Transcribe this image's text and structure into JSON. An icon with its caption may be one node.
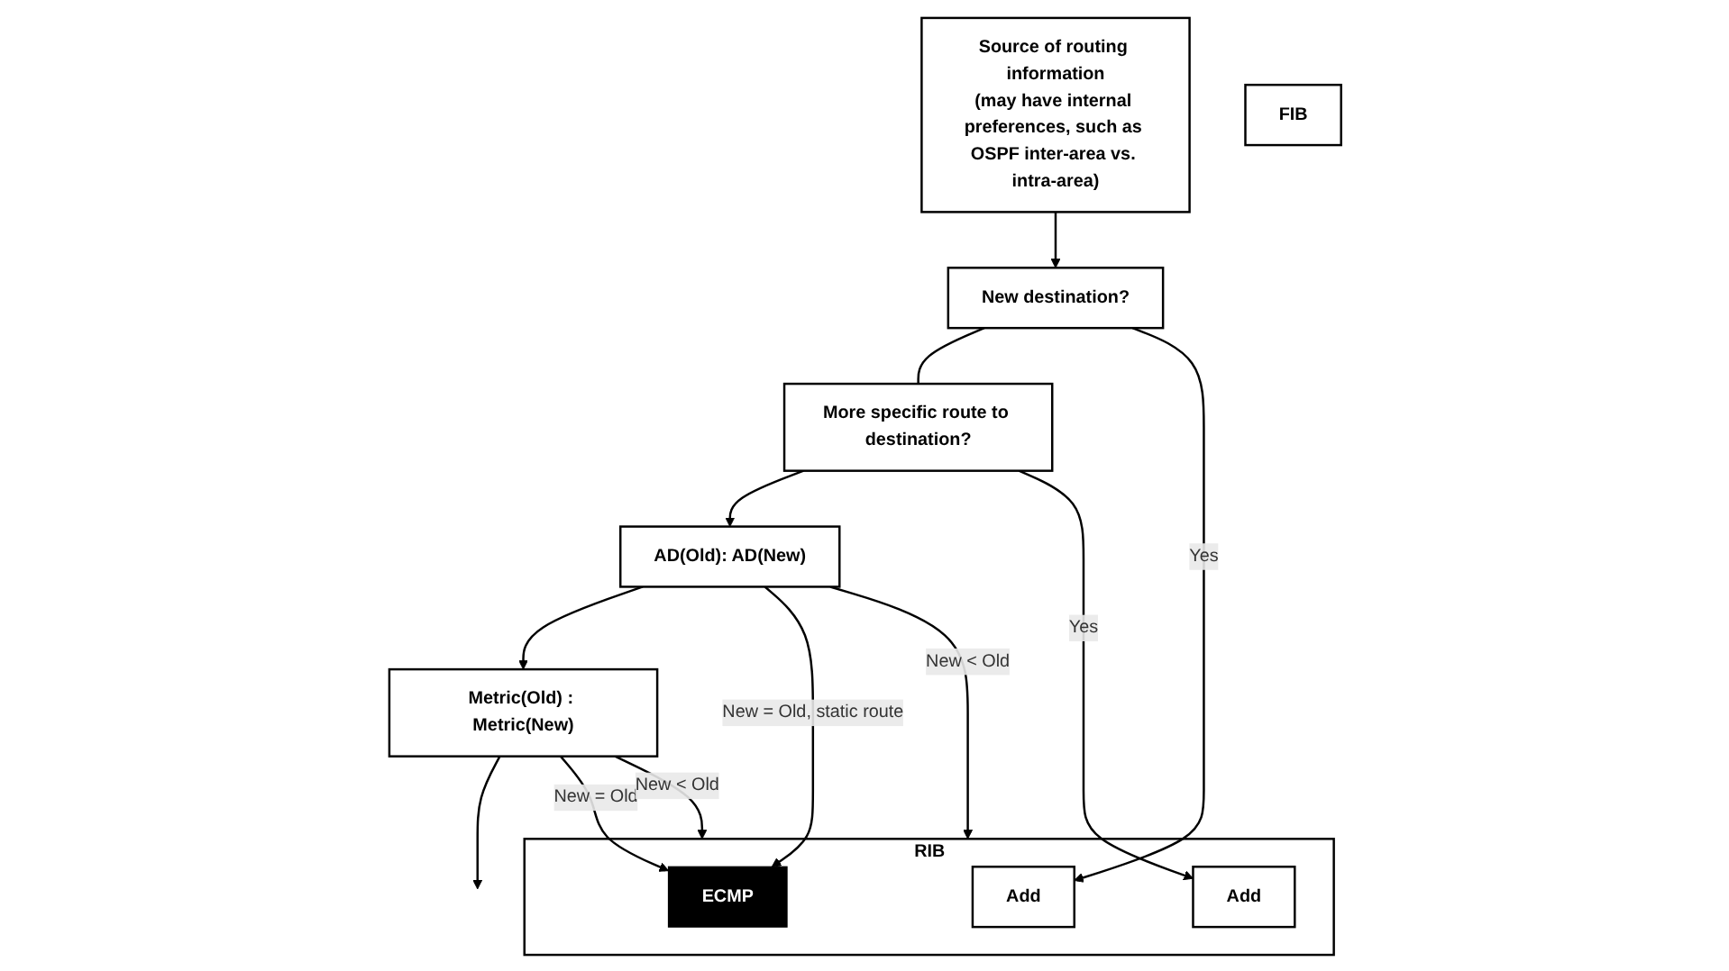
{
  "diagram": {
    "nodes": [
      {
        "text": [
          "Source of routing information",
          "(may have internal preferences, such as OSPF inter-area vs. intra-area)"
        ]
      },
      {
        "text": [
          "New destination?"
        ]
      },
      {
        "text": [
          "More specific route to destination?"
        ]
      },
      {
        "text": [
          "AD(Old): AD(New)"
        ]
      },
      {
        "text": [
          "Metric(Old) : Metric(New)"
        ]
      },
      {
        "text": [
          "RIB"
        ]
      },
      {
        "text": [
          "Add"
        ],
        "in": 5
      },
      {
        "text": [
          "Add"
        ],
        "in": 5
      },
      {
        "text": [
          "ECMP"
        ],
        "in": 5
      },
      {
        "text": [
          "FIB"
        ]
      }
    ],
    "edges": [
      {
        "from": 0,
        "to": 1,
        "arrow": "to"
      },
      {
        "from": 1,
        "to": 2,
        "arrow": "none"
      },
      {
        "from": 2,
        "to": 3,
        "arrow": "to"
      },
      {
        "from": 3,
        "to": 4,
        "arrow": "to"
      },
      {
        "from": 4,
        "to": null,
        "arrow": "to"
      },
      {
        "from": 1,
        "to": 6,
        "label": "Yes",
        "arrow": "to"
      },
      {
        "from": 2,
        "to": 7,
        "label": "Yes",
        "arrow": "to"
      },
      {
        "from": 3,
        "to": 5,
        "label": "New < Old",
        "arrow": "to"
      },
      {
        "from": 3,
        "to": 8,
        "label": "New = Old, static route",
        "arrow": "to"
      },
      {
        "from": 4,
        "to": 5,
        "label": "New < Old",
        "arrow": "to"
      },
      {
        "from": 4,
        "to": 8,
        "label": "New = Old",
        "arrow": "to"
      }
    ]
  }
}
